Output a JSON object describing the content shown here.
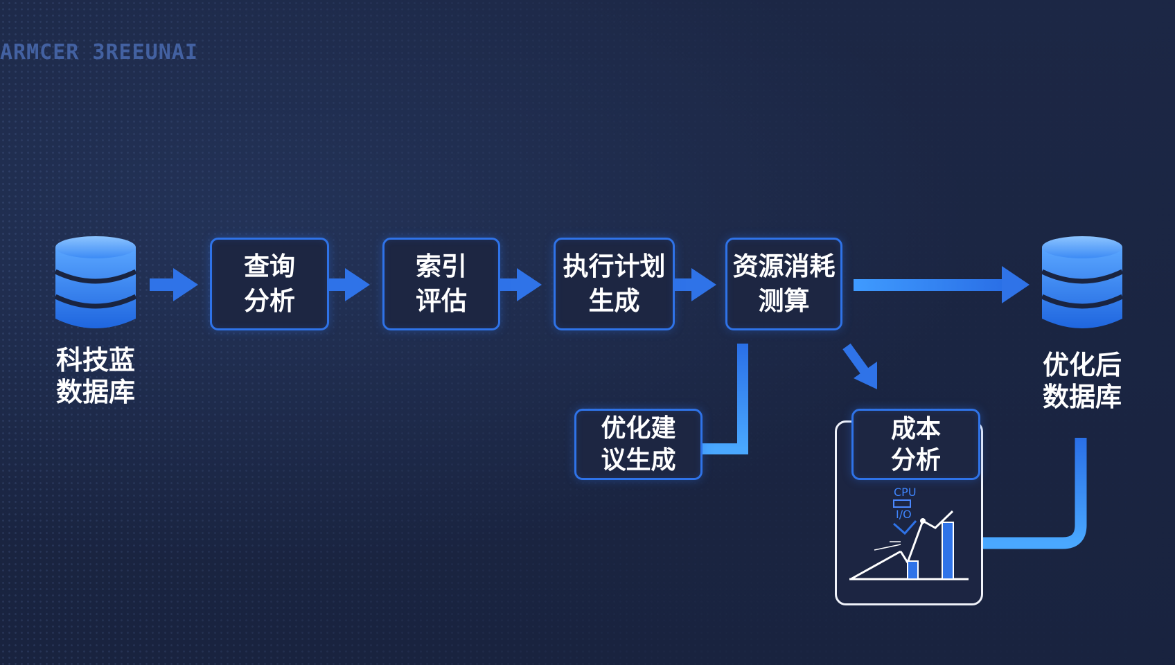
{
  "header_text": "ARMCER 3REEUNAI",
  "source_db": {
    "label": "科技蓝\n数据库"
  },
  "steps": [
    {
      "label": "查询\n分析"
    },
    {
      "label": "索引\n评估"
    },
    {
      "label": "执行计划\n生成"
    },
    {
      "label": "资源消耗\n测算"
    }
  ],
  "branch_optimize": {
    "label": "优化建\n议生成"
  },
  "branch_cost": {
    "label": "成本\n分析",
    "chart": {
      "label_cpu": "CPU",
      "label_io": "I/O"
    }
  },
  "target_db": {
    "label": "优化后\n数据库"
  },
  "colors": {
    "accent": "#2f73e8",
    "accent_light": "#4aa8ff",
    "background": "#1a2440",
    "node_fill": "#1d2642",
    "text": "#ffffff"
  }
}
